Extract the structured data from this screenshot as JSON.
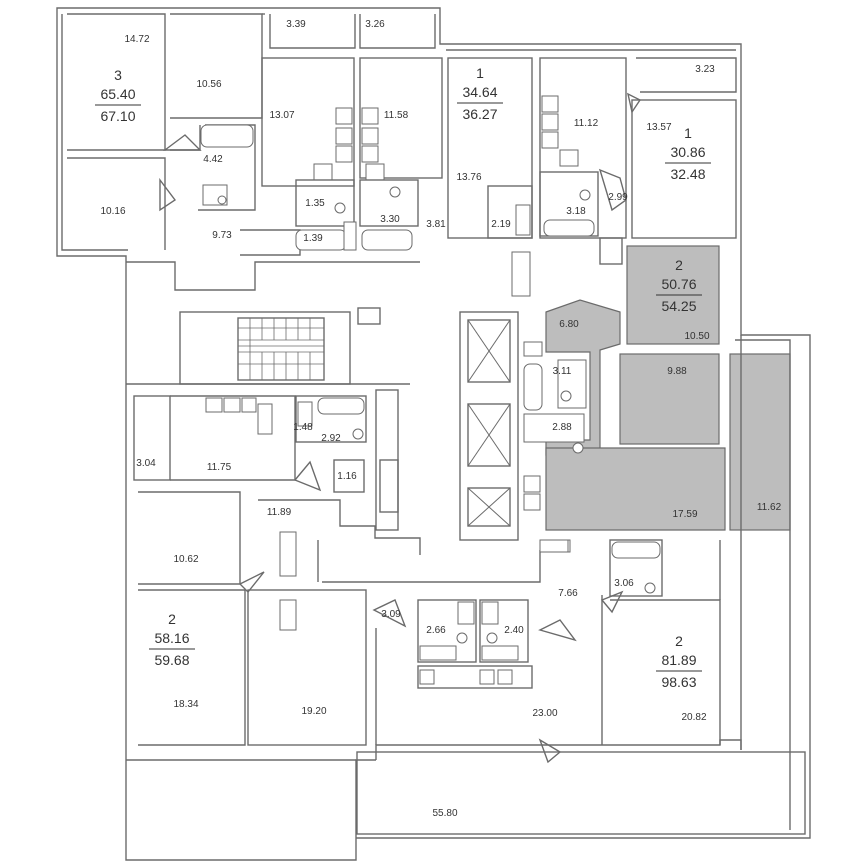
{
  "colors": {
    "highlight": "#bdbdbd",
    "wall": "#6b6b6b",
    "text": "#333333"
  },
  "apartments": [
    {
      "id": "apt-3-nw",
      "rooms": "3",
      "living": "65.40",
      "total": "67.10",
      "highlighted": false
    },
    {
      "id": "apt-1-n",
      "rooms": "1",
      "living": "34.64",
      "total": "36.27",
      "highlighted": false
    },
    {
      "id": "apt-1-ne",
      "rooms": "1",
      "living": "30.86",
      "total": "32.48",
      "highlighted": false
    },
    {
      "id": "apt-2-e",
      "rooms": "2",
      "living": "50.76",
      "total": "54.25",
      "highlighted": true
    },
    {
      "id": "apt-2-sw",
      "rooms": "2",
      "living": "58.16",
      "total": "59.68",
      "highlighted": false
    },
    {
      "id": "apt-2-se",
      "rooms": "2",
      "living": "81.89",
      "total": "98.63",
      "highlighted": false
    }
  ],
  "room_areas": [
    "14.72",
    "3.39",
    "3.26",
    "3.23",
    "10.56",
    "13.07",
    "11.58",
    "11.12",
    "13.57",
    "4.42",
    "10.16",
    "9.73",
    "1.35",
    "1.39",
    "3.30",
    "13.76",
    "3.81",
    "2.19",
    "3.18",
    "2.99",
    "6.80",
    "10.50",
    "3.11",
    "9.88",
    "2.88",
    "17.59",
    "11.62",
    "3.04",
    "11.75",
    "1.48",
    "2.92",
    "1.16",
    "11.89",
    "10.62",
    "18.34",
    "19.20",
    "3.09",
    "2.66",
    "2.40",
    "7.66",
    "3.06",
    "23.00",
    "20.82",
    "55.80"
  ]
}
